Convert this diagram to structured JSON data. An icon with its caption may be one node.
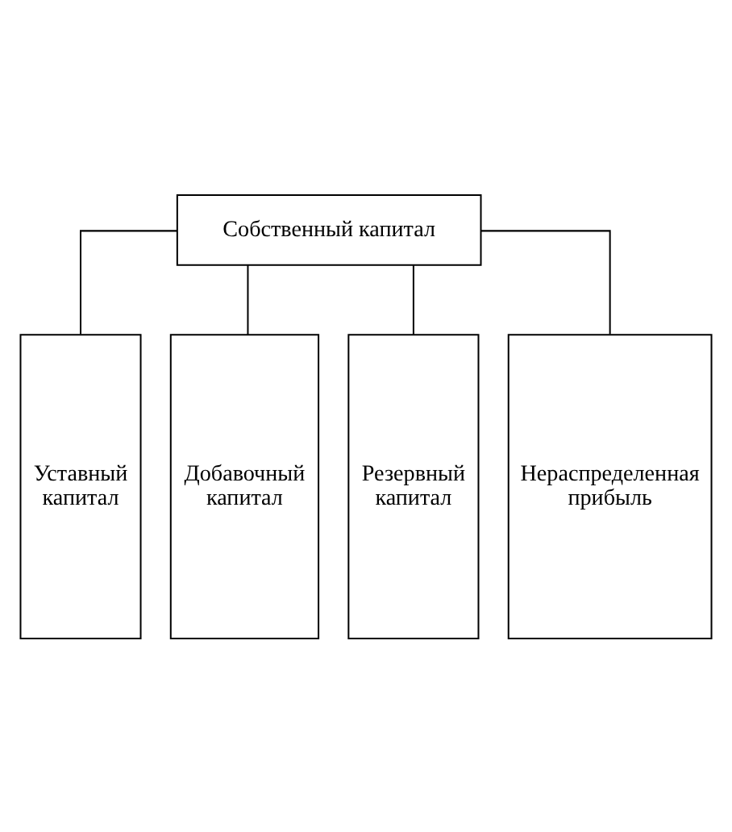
{
  "diagram": {
    "nodes": [
      {
        "text": [
          "Собственный капитал"
        ]
      },
      {
        "text": [
          "Уставный капитал"
        ]
      },
      {
        "text": [
          "Добавочный капитал"
        ]
      },
      {
        "text": [
          "Резервный капитал"
        ]
      },
      {
        "text": [
          "Нераспределенная прибыль"
        ]
      }
    ],
    "edges": [
      {
        "from": 0,
        "to": 1,
        "arrow": "none"
      },
      {
        "from": 0,
        "to": 2,
        "arrow": "none"
      },
      {
        "from": 0,
        "to": 3,
        "arrow": "none"
      },
      {
        "from": 0,
        "to": 4,
        "arrow": "none"
      }
    ]
  }
}
